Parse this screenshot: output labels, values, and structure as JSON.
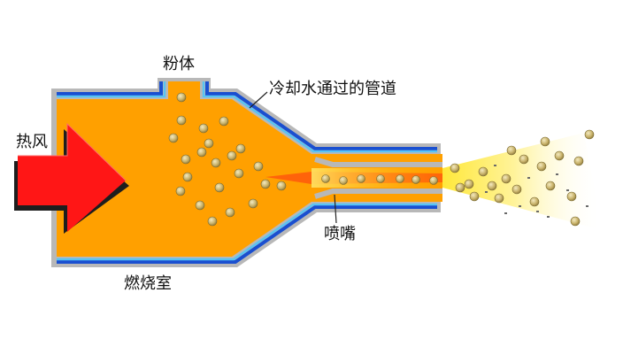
{
  "labels": {
    "powder": "粉体",
    "cooling_water_pipe": "冷却水通过的管道",
    "hot_air": "热风",
    "nozzle": "喷嘴",
    "combustion_chamber": "燃烧室"
  },
  "colors": {
    "pipe_wall": "#b8b8b8",
    "cooling_water_blue": "#1a4fd0",
    "cooling_water_light": "#58c4f4",
    "flame_red": "#ff1a00",
    "flame_orange": "#ff8a00",
    "flame_yellow": "#ffd200",
    "hot_air_arrow": "#ff1616",
    "arrow_shadow": "#1e1e1e",
    "particle": "#c8b26a",
    "spray_glow": "#fff3a0"
  }
}
